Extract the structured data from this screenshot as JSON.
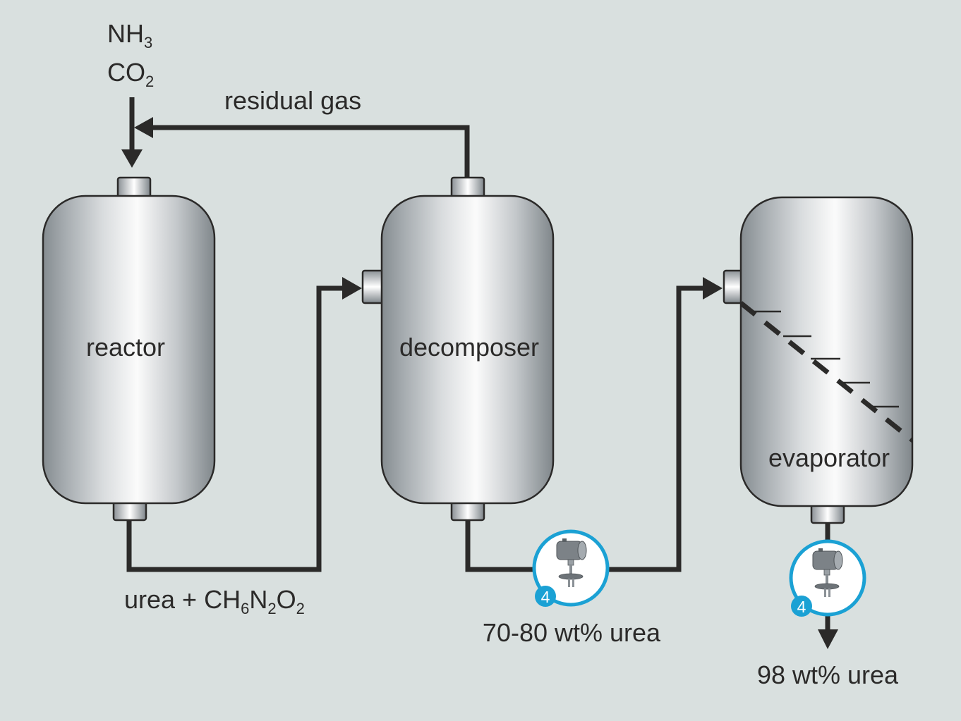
{
  "diagram": {
    "colors": {
      "background": "#d9e0df",
      "line": "#2b2a29",
      "instrument_ring": "#1ba1d4"
    },
    "inputs": {
      "line1": {
        "base": "NH",
        "sub": "3"
      },
      "line2": {
        "base": "CO",
        "sub": "2"
      }
    },
    "vessels": [
      {
        "id": "reactor",
        "label": "reactor"
      },
      {
        "id": "decomposer",
        "label": "decomposer"
      },
      {
        "id": "evaporator",
        "label": "evaporator"
      }
    ],
    "streams": {
      "residual_gas": "residual gas",
      "reactor_out": {
        "t1": "urea + CH",
        "s1": "6",
        "t2": "N",
        "s2": "2",
        "t3": "O",
        "s3": "2"
      },
      "decomposer_out": "70-80 wt% urea",
      "product": "98 wt% urea"
    },
    "instruments": [
      {
        "id": "level-switch-1",
        "badge": "4",
        "icon": "vibrating-fork-level-switch-icon"
      },
      {
        "id": "level-switch-2",
        "badge": "4",
        "icon": "vibrating-fork-level-switch-icon"
      }
    ]
  }
}
